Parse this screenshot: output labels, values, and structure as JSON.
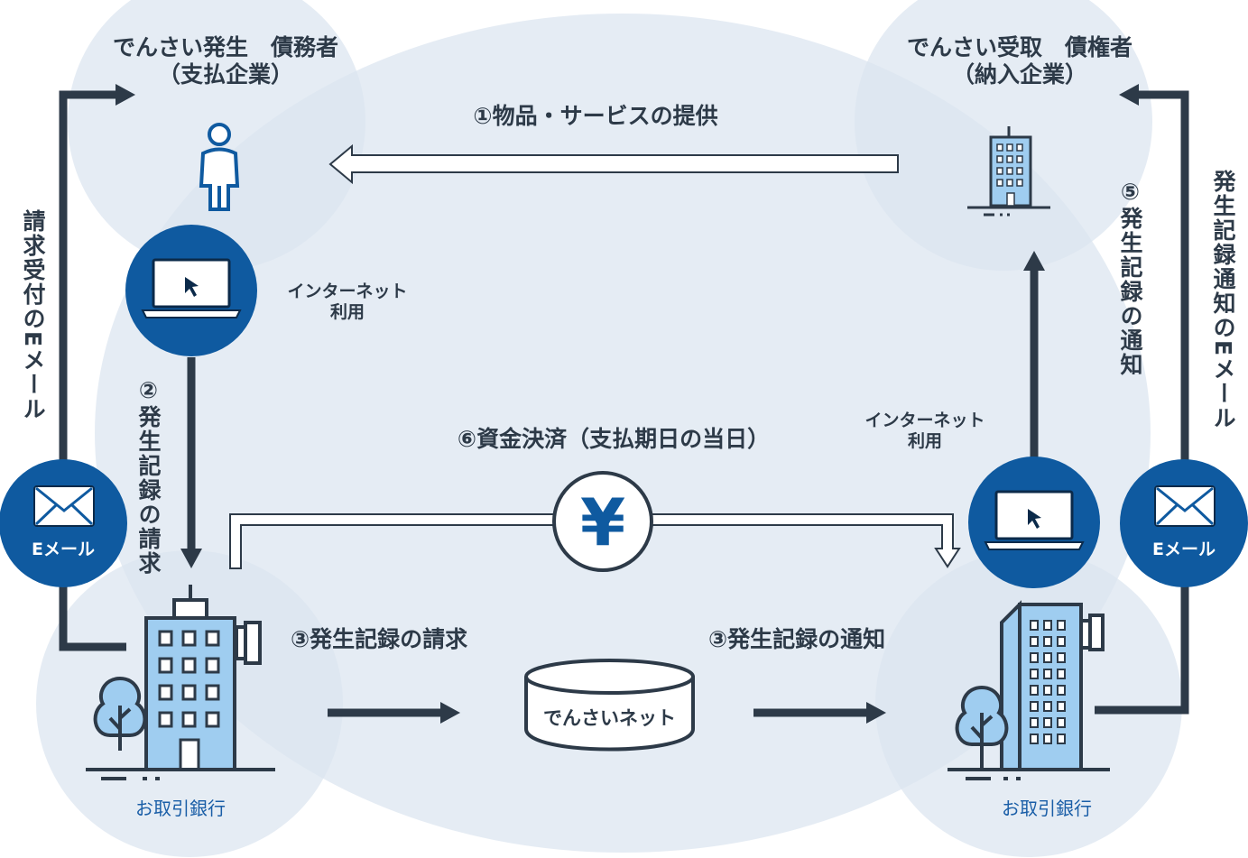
{
  "payer": {
    "title_line1": "でんさい発生　債務者",
    "title_line2": "（支払企業）"
  },
  "receiver": {
    "title_line1": "でんさい受取　債権者",
    "title_line2": "（納入企業）"
  },
  "steps": {
    "step1": "①物品・サービスの提供",
    "step2": "②発生記録の請求",
    "step3a": "③発生記録の請求",
    "step3b": "③発生記録の通知",
    "step5": "⑤発生記録の通知",
    "step6": "⑥資金決済（支払期日の当日）"
  },
  "internet_left": {
    "line1": "インターネット",
    "line2": "利用"
  },
  "internet_right": {
    "line1": "インターネット",
    "line2": "利用"
  },
  "email_left_vertical": "請求受付のEメール",
  "email_right_vertical": "発生記録通知のEメール",
  "email_badge_left": "Eメール",
  "email_badge_right": "Eメール",
  "bank_left": "お取引銀行",
  "bank_right": "お取引銀行",
  "densai_net": "でんさいネット",
  "yen_symbol": "¥",
  "colors": {
    "navy": "#0f5aa0",
    "dark": "#2d3a48",
    "pale": "#dfe8f2",
    "light_blue": "#9fcdf0"
  },
  "icons": [
    "person-icon",
    "office-building-icon",
    "laptop-icon",
    "envelope-icon",
    "bank-building-icon",
    "tree-icon",
    "database-icon",
    "yen-icon"
  ]
}
